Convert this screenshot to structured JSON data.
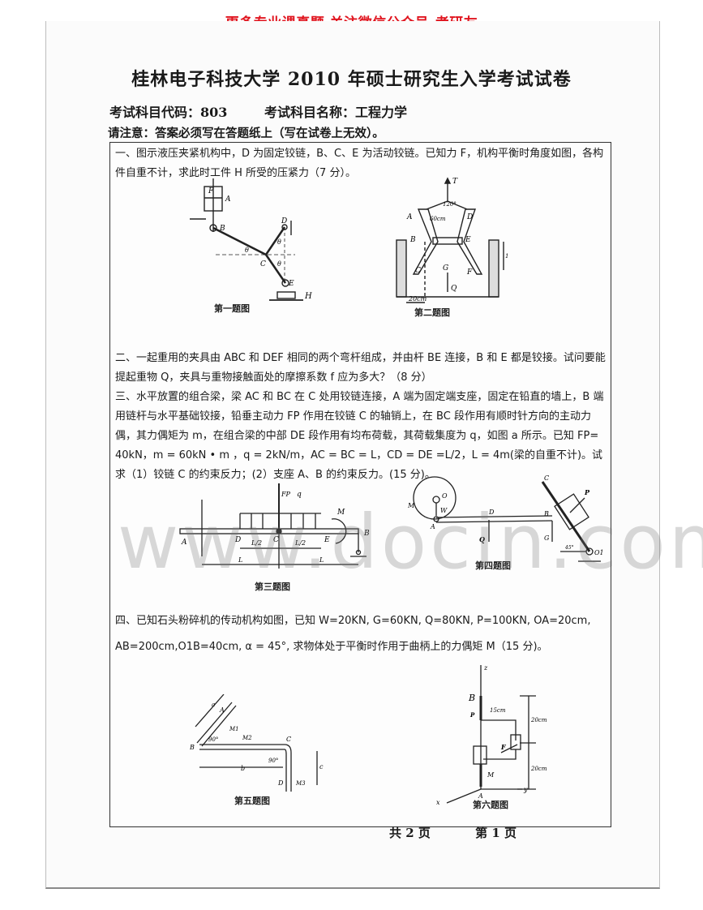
{
  "banner": "更多专业课真题 关注微信公众号-考研友",
  "header": {
    "title": "桂林电子科技大学 2010 年硕士研究生入学考试试卷",
    "subject_code_label": "考试科目代码：803",
    "subject_name_label": "考试科目名称：工程力学",
    "notice": "请注意：答案必须写在答题纸上（写在试卷上无效）。"
  },
  "questions": [
    {
      "id": "q1",
      "text": "一、图示液压夹紧机构中，D 为固定铰链，B、C、E 为活动铰链。已知力 F，机构平衡时角度如图，各构件自重不计，求此时工件 H 所受的压紧力（7 分）。"
    },
    {
      "id": "q2",
      "text": "二、一起重用的夹具由 ABC 和 DEF 相同的两个弯杆组成，并由杆 BE 连接，B 和 E 都是铰接。试问要能提起重物 Q，夹具与重物接触面处的摩擦系数 f 应为多大？（8 分）"
    },
    {
      "id": "q3",
      "text": "三、水平放置的组合梁，梁 AC 和 BC 在 C 处用铰链连接，A 端为固定端支座，固定在铅直的墙上，B 端用链杆与水平基础铰接，铅垂主动力 FP 作用在铰链 C 的轴销上，在 BC 段作用有顺时针方向的主动力偶，其力偶矩为 m，在组合梁的中部 DE 段作用有均布荷载，其荷载集度为 q，如图 a 所示。已知 FP= 40kN，m = 60kN • m ，q = 2kN/m，AC = BC = L，CD = DE =L/2，L = 4m(梁的自重不计)。试求（1）铰链 C 的约束反力；(2）支座 A、B 的约束反力。(15 分)。"
    },
    {
      "id": "q4",
      "text": "四、已知石头粉碎机的传动机构如图，已知 W=20KN, G=60KN, Q=80KN, P=100KN, OA=20cm, AB=200cm,O1B=40cm, α = 45°, 求物体处于平衡时作用于曲柄上的力偶矩 M（15 分)。"
    }
  ],
  "figures": {
    "fig1": {
      "caption": "第一题图",
      "labels": [
        "F",
        "A",
        "B",
        "C",
        "D",
        "E",
        "H",
        "θ",
        "θ",
        "θ"
      ]
    },
    "fig2": {
      "caption": "第二题图",
      "labels": [
        "T",
        "120°",
        "60cm",
        "A",
        "B",
        "C",
        "D",
        "E",
        "F",
        "G",
        "Q",
        "15cm",
        "20cm"
      ]
    },
    "fig3": {
      "caption": "第三题图",
      "labels": [
        "FP",
        "q",
        "M",
        "A",
        "D",
        "C",
        "E",
        "B",
        "L/2",
        "L/2",
        "L",
        "L"
      ]
    },
    "fig4": {
      "caption": "第四题图",
      "labels": [
        "M",
        "O",
        "W",
        "A",
        "D",
        "Q",
        "B",
        "G",
        "C",
        "P",
        "45°",
        "O1"
      ]
    },
    "fig5": {
      "caption": "第五题图",
      "labels": [
        "a",
        "A",
        "M1",
        "90°",
        "B",
        "M2",
        "C",
        "90°",
        "b",
        "D",
        "M3",
        "c"
      ]
    },
    "fig6": {
      "caption": "第六题图",
      "labels": [
        "z",
        "B",
        "15cm",
        "P",
        "20cm",
        "F",
        "20cm",
        "M",
        "A",
        "y",
        "x"
      ]
    }
  },
  "footer": {
    "total_pages": "共 2 页",
    "current_page": "第 1 页"
  },
  "watermark": "www.docin.com",
  "colors": {
    "banner": "#e0141e",
    "text": "#1a1a1a",
    "border": "#333333"
  }
}
